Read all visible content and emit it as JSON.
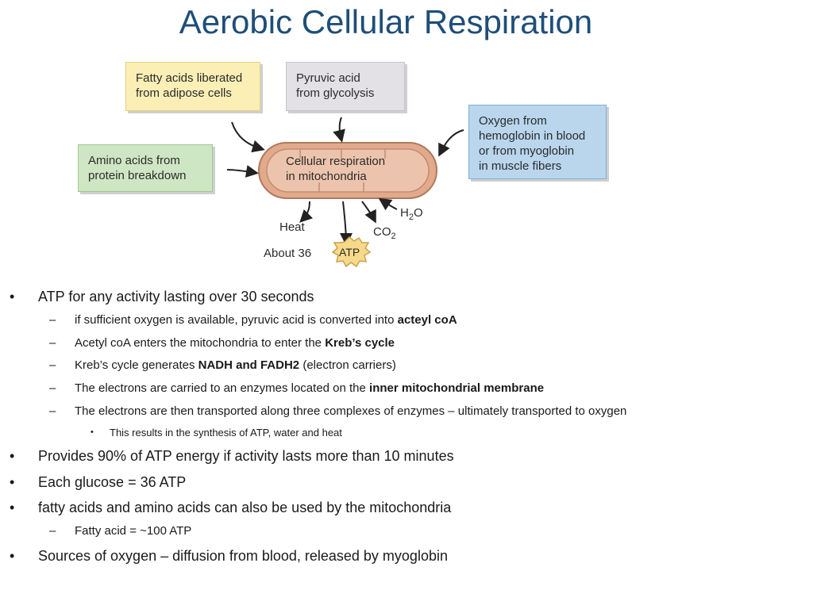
{
  "title": "Aerobic Cellular Respiration",
  "diagram": {
    "fatty_box": [
      "Fatty acids liberated",
      "from adipose cells"
    ],
    "pyruvic_box": [
      "Pyruvic acid",
      "from glycolysis"
    ],
    "amino_box": [
      "Amino acids from",
      "protein breakdown"
    ],
    "oxygen_box": [
      "Oxygen from",
      "hemoglobin in blood",
      "or from myoglobin",
      "in muscle fibers"
    ],
    "mito": [
      "Cellular respiration",
      "in mitochondria"
    ],
    "heat": "Heat",
    "co2_main": "CO",
    "co2_sub": "2",
    "h2o_a": "H",
    "h2o_sub": "2",
    "h2o_b": "O",
    "about": "About 36",
    "atp": "ATP",
    "colors": {
      "fatty": "#fbefb6",
      "pyruvic": "#e4e1e6",
      "amino": "#cfe6c4",
      "oxygen": "#b9d6ec",
      "mito": "#e8b9a0",
      "atp": "#f7d98b"
    }
  },
  "bullets": {
    "b1": "ATP for any activity lasting over 30 seconds",
    "b1_1_pre": "if sufficient oxygen is available, pyruvic acid is converted into ",
    "b1_1_bold": "acteyl coA",
    "b1_2_pre": "Acetyl coA enters the mitochondria to enter the ",
    "b1_2_bold": "Kreb’s cycle",
    "b1_3_pre": "Kreb’s cycle generates ",
    "b1_3_bold": "NADH and FADH2",
    "b1_3_post": " (electron carriers)",
    "b1_4_pre": "The electrons are carried to an enzymes located on the ",
    "b1_4_bold": "inner mitochondrial membrane",
    "b1_5": "The electrons are then transported along three complexes of enzymes – ultimately transported to oxygen",
    "b1_5_1": "This results in the synthesis of ATP, water and heat",
    "b2": "Provides 90% of ATP energy if activity lasts more than 10 minutes",
    "b3": "Each glucose = 36 ATP",
    "b4": "fatty acids and amino acids can also be used by the mitochondria",
    "b4_1": "Fatty acid = ~100 ATP",
    "b5": "Sources of oxygen – diffusion from blood, released by myoglobin",
    "marker_bullet": "•",
    "marker_dash": "–",
    "marker_small": "•"
  }
}
